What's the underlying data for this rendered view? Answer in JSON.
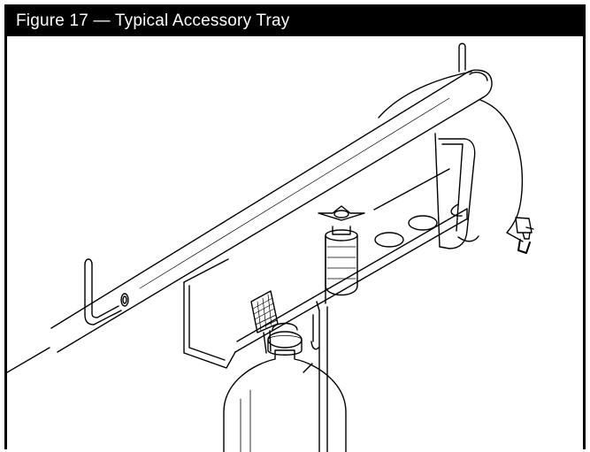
{
  "figure": {
    "title": "Figure 17 — Typical Accessory Tray"
  },
  "colors": {
    "header_background": "#000000",
    "header_text": "#ffffff",
    "line_art": "#000000",
    "background": "#ffffff"
  },
  "components": [
    "rail",
    "rail-end-handle",
    "tray",
    "knurled-knob",
    "bottle",
    "spray-gun",
    "tray-holes",
    "vertical-post"
  ]
}
